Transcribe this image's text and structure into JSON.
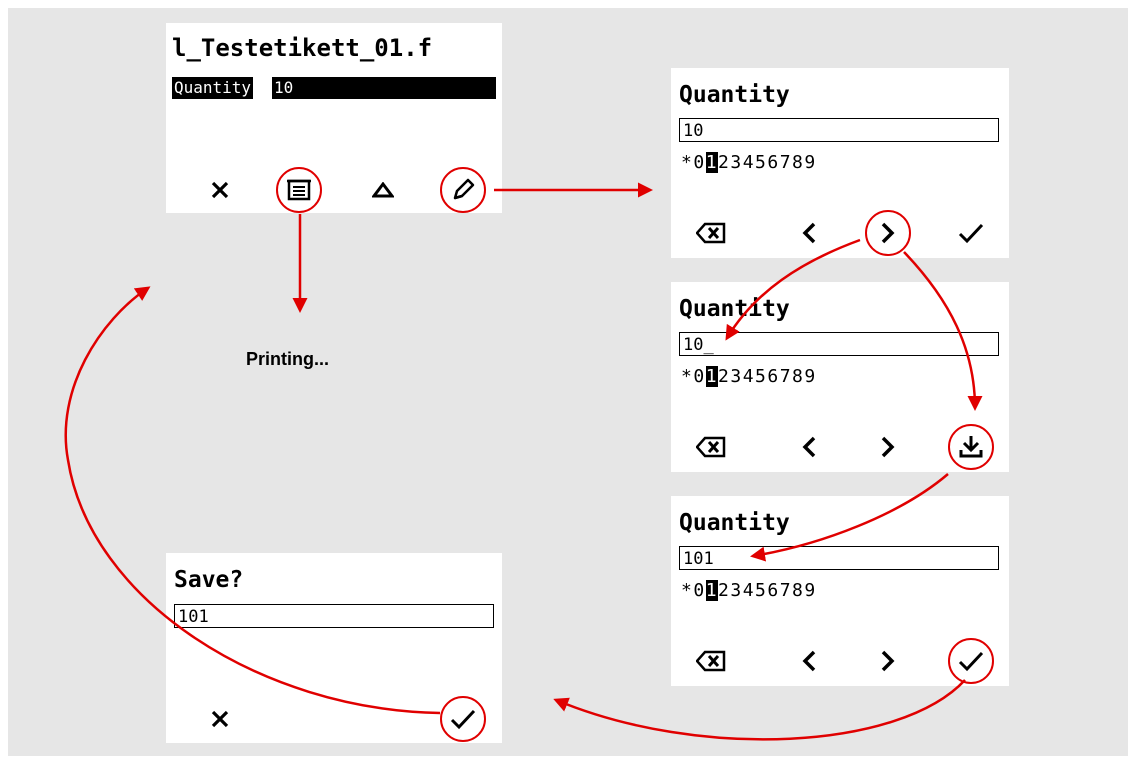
{
  "screen_main": {
    "filename": "l_Testetikett_01.f",
    "field_label": "Quantity",
    "field_value": "10",
    "buttons": [
      "cancel-icon",
      "print-icon",
      "up-icon",
      "edit-icon"
    ]
  },
  "screen_edit1": {
    "title": "Quantity",
    "value": "10",
    "digits_pre": "*0",
    "digits_sel": "1",
    "digits_post": "23456789"
  },
  "screen_edit2": {
    "title": "Quantity",
    "value": "10_",
    "digits_pre": "*0",
    "digits_sel": "1",
    "digits_post": "23456789"
  },
  "screen_edit3": {
    "title": "Quantity",
    "value": "101",
    "digits_pre": "*0",
    "digits_sel": "1",
    "digits_post": "23456789"
  },
  "screen_save": {
    "title": "Save?",
    "value": "101"
  },
  "printing_text": "Printing...",
  "colors": {
    "highlight": "#e00000",
    "background": "#e6e6e6"
  }
}
